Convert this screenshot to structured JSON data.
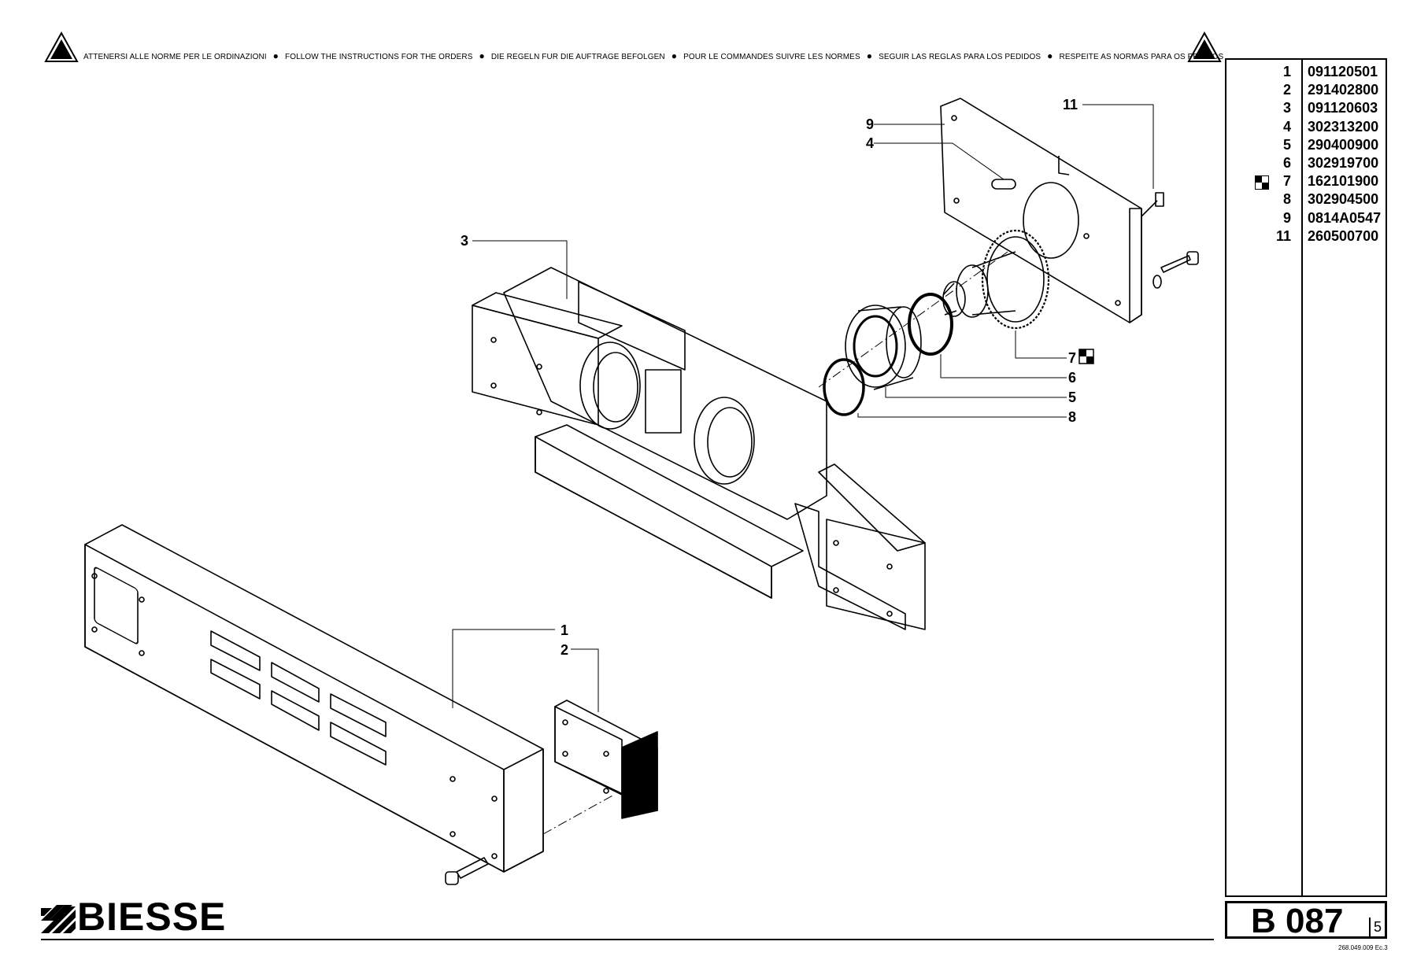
{
  "header": {
    "warnings": [
      "ATTENERSI ALLE NORME PER LE ORDINAZIONI",
      "FOLLOW THE INSTRUCTIONS FOR THE ORDERS",
      "DIE REGELN FUR DIE AUFTRAGE BEFOLGEN",
      "POUR LE COMMANDES SUIVRE LES NORMES",
      "SEGUIR LAS REGLAS PARA LOS PEDIDOS",
      "RESPEITE AS NORMAS PARA OS PEDIDOS"
    ]
  },
  "parts_list": [
    {
      "pos": "1",
      "code": "091120501",
      "flag": false
    },
    {
      "pos": "2",
      "code": "291402800",
      "flag": false
    },
    {
      "pos": "3",
      "code": "091120603",
      "flag": false
    },
    {
      "pos": "4",
      "code": "302313200",
      "flag": false
    },
    {
      "pos": "5",
      "code": "290400900",
      "flag": false
    },
    {
      "pos": "6",
      "code": "302919700",
      "flag": false
    },
    {
      "pos": "7",
      "code": "162101900",
      "flag": true
    },
    {
      "pos": "8",
      "code": "302904500",
      "flag": false
    },
    {
      "pos": "9",
      "code": "0814A0547",
      "flag": false
    },
    {
      "pos": "11",
      "code": "260500700",
      "flag": false
    }
  ],
  "callouts": {
    "c1": "1",
    "c2": "2",
    "c3": "3",
    "c4": "4",
    "c5": "5",
    "c6": "6",
    "c7": "7",
    "c8": "8",
    "c9": "9",
    "c11": "11"
  },
  "table_code": "B 087",
  "sheet_number": "5",
  "doc_reference": "268.049.009 Ec.3",
  "brand": "BIESSE"
}
